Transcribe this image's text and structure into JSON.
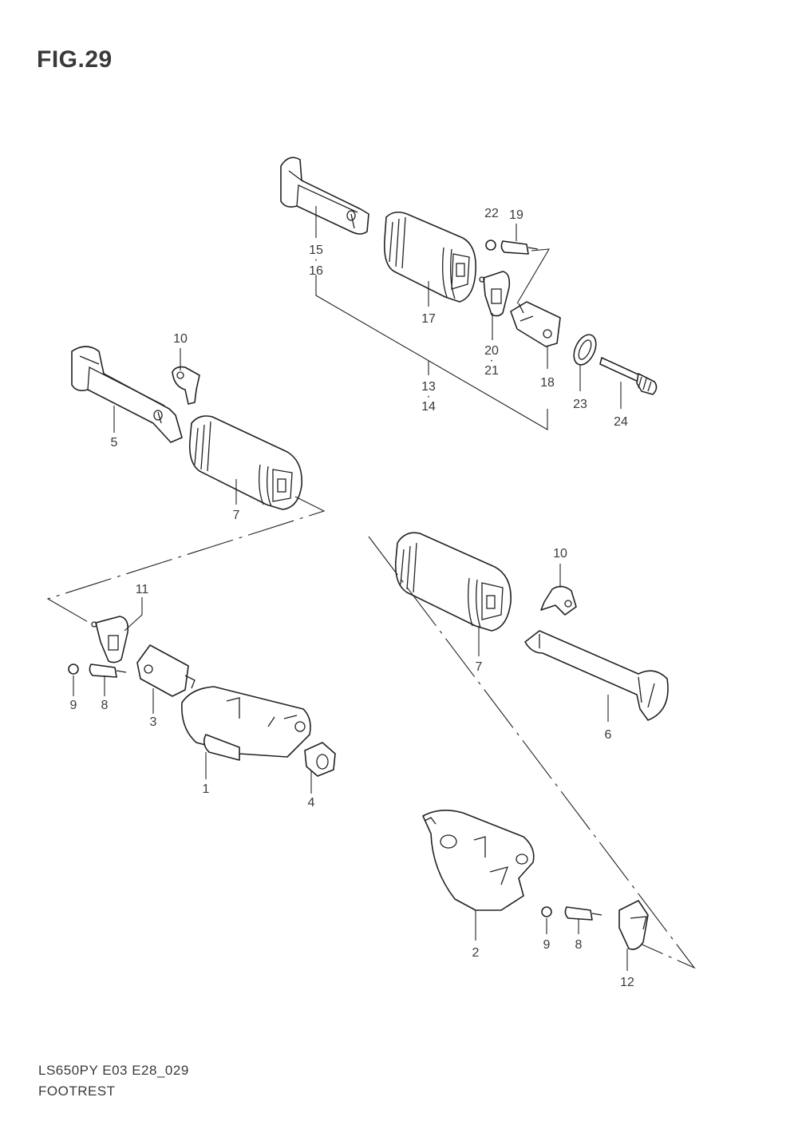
{
  "figure": {
    "title": "FIG.29",
    "model_code": "LS650PY E03 E28_029",
    "section_name": "FOOTREST"
  },
  "callouts": {
    "c1": "1",
    "c2": "2",
    "c3": "3",
    "c4": "4",
    "c5": "5",
    "c6": "6",
    "c7a": "7",
    "c7b": "7",
    "c8a": "8",
    "c8b": "8",
    "c9a": "9",
    "c9b": "9",
    "c10a": "10",
    "c10b": "10",
    "c11": "11",
    "c12": "12",
    "c13": "13",
    "c14": "14",
    "c15": "15",
    "c16": "16",
    "c17": "17",
    "c18": "18",
    "c19": "19",
    "c20": "20",
    "c21": "21",
    "c22": "22",
    "c23": "23",
    "c24": "24"
  }
}
